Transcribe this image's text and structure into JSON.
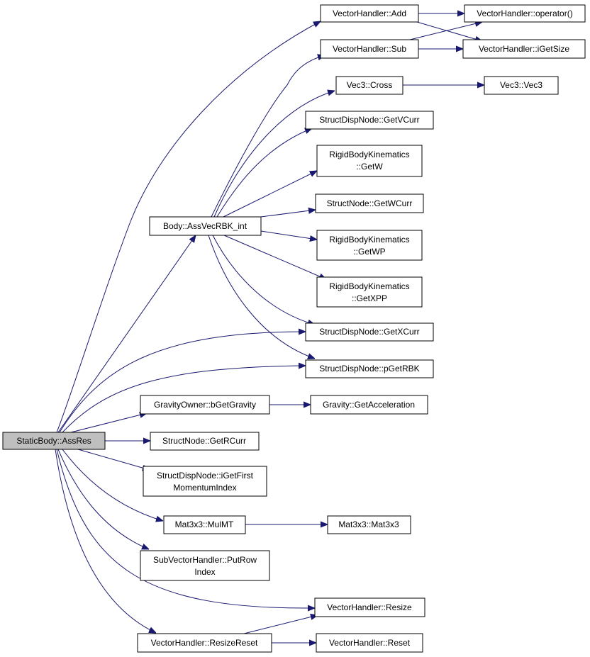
{
  "colors": {
    "edge": "#191970",
    "root_fill": "#bfbfbf",
    "node_fill": "#ffffff",
    "node_border": "#000000"
  },
  "nodes": {
    "root": "StaticBody::AssRes",
    "body_assvec": "Body::AssVecRBK_int",
    "vh_add": "VectorHandler::Add",
    "vh_sub": "VectorHandler::Sub",
    "vh_operator": "VectorHandler::operator()",
    "vh_igetsize": "VectorHandler::iGetSize",
    "vec3_cross": "Vec3::Cross",
    "vec3_vec3": "Vec3::Vec3",
    "sdn_getvcurr": "StructDispNode::GetVCurr",
    "rbk_getw": [
      "RigidBodyKinematics",
      "::GetW"
    ],
    "sn_getwcurr": "StructNode::GetWCurr",
    "rbk_getwp": [
      "RigidBodyKinematics",
      "::GetWP"
    ],
    "rbk_getxpp": [
      "RigidBodyKinematics",
      "::GetXPP"
    ],
    "sdn_getxcurr": "StructDispNode::GetXCurr",
    "sdn_pgetrbk": "StructDispNode::pGetRBK",
    "go_bgetgravity": "GravityOwner::bGetGravity",
    "gravity_getacc": "Gravity::GetAcceleration",
    "sn_getrcurr": "StructNode::GetRCurr",
    "sdn_igetfirst": [
      "StructDispNode::iGetFirst",
      "MomentumIndex"
    ],
    "mat_mulmt": "Mat3x3::MulMT",
    "mat_mat3x3": "Mat3x3::Mat3x3",
    "svh_putrow": [
      "SubVectorHandler::PutRow",
      "Index"
    ],
    "vh_resize": "VectorHandler::Resize",
    "vh_resizereset": "VectorHandler::ResizeReset",
    "vh_reset": "VectorHandler::Reset"
  }
}
